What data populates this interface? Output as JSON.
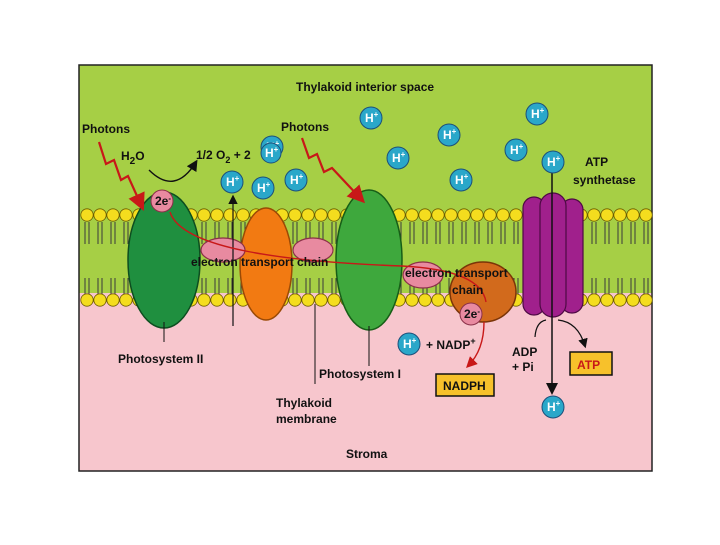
{
  "colors": {
    "interior": "#a6cf45",
    "stroma": "#f7c6cd",
    "membrane_head": "#f4dd1e",
    "ps2": "#1f8f3f",
    "ps1": "#3ea83d",
    "cytochrome": "#f27a12",
    "carrier": "#e88aa0",
    "etc2": "#d26a1c",
    "atp_synthase": "#a0208c",
    "ion": "#2aa7c9",
    "arrow_red": "#c81818",
    "product_box": "#f7c12b"
  },
  "labels": {
    "interior": "Thylakoid interior space",
    "stroma": "Stroma",
    "photons": "Photons",
    "h2o_main": "H",
    "h2o_sub": "2",
    "h2o_tail": "O",
    "o2_prefix": "1/2 O",
    "o2_sub": "2",
    "o2_tail": " + 2",
    "electrons_main": "2e",
    "electrons_sup": "-",
    "etc1": "electron transport chain",
    "etc2_line1": "electron transport",
    "etc2_line2": "chain",
    "ps2": "Photosystem II",
    "ps1": "Photosystem I",
    "membrane_line1": "Thylakoid",
    "membrane_line2": "membrane",
    "atp_line1": "ATP",
    "atp_line2": "synthetase",
    "nadp_main": "+ NADP",
    "nadp_sup": "+",
    "nadph": "NADPH",
    "adp_line1": "ADP",
    "adp_line2": "+ Pi",
    "atp": "ATP"
  },
  "ion": {
    "main": "H",
    "sup": "+"
  },
  "icons": {
    "photon": "zigzag-photon-arrow-icon",
    "ion": "proton-ion-icon"
  }
}
